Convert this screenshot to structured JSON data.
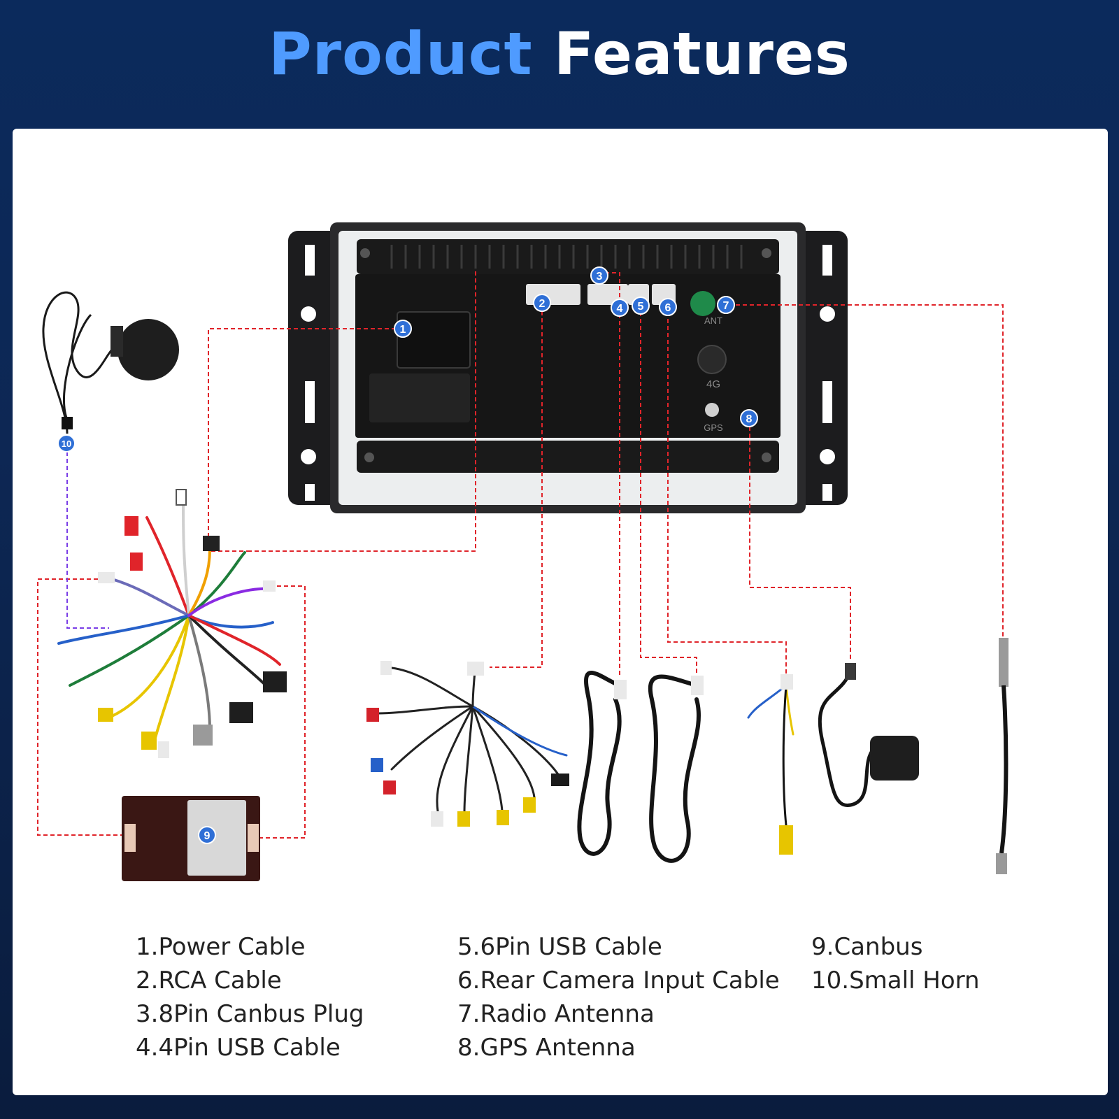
{
  "header": {
    "title_part1": "Product",
    "title_part2": "Features"
  },
  "legend": {
    "col1": [
      "1.Power Cable",
      "2.RCA Cable",
      "3.8Pin Canbus Plug",
      "4.4Pin USB Cable"
    ],
    "col2": [
      "5.6Pin USB Cable",
      "6.Rear Camera Input Cable",
      "7.Radio Antenna",
      "8.GPS Antenna"
    ],
    "col3": [
      "9.Canbus",
      "10.Small Horn"
    ]
  },
  "callouts": [
    "1",
    "2",
    "3",
    "4",
    "5",
    "6",
    "7",
    "8",
    "9",
    "10"
  ],
  "device_labels": {
    "ant": "ANT",
    "fourg": "4G",
    "gps": "GPS"
  },
  "colors": {
    "accent": "#4f9bff",
    "callout": "#2f6fd6",
    "connector_line": "#e0242a",
    "horn_line": "#7a3ee6",
    "background": "#0b2a5c"
  }
}
